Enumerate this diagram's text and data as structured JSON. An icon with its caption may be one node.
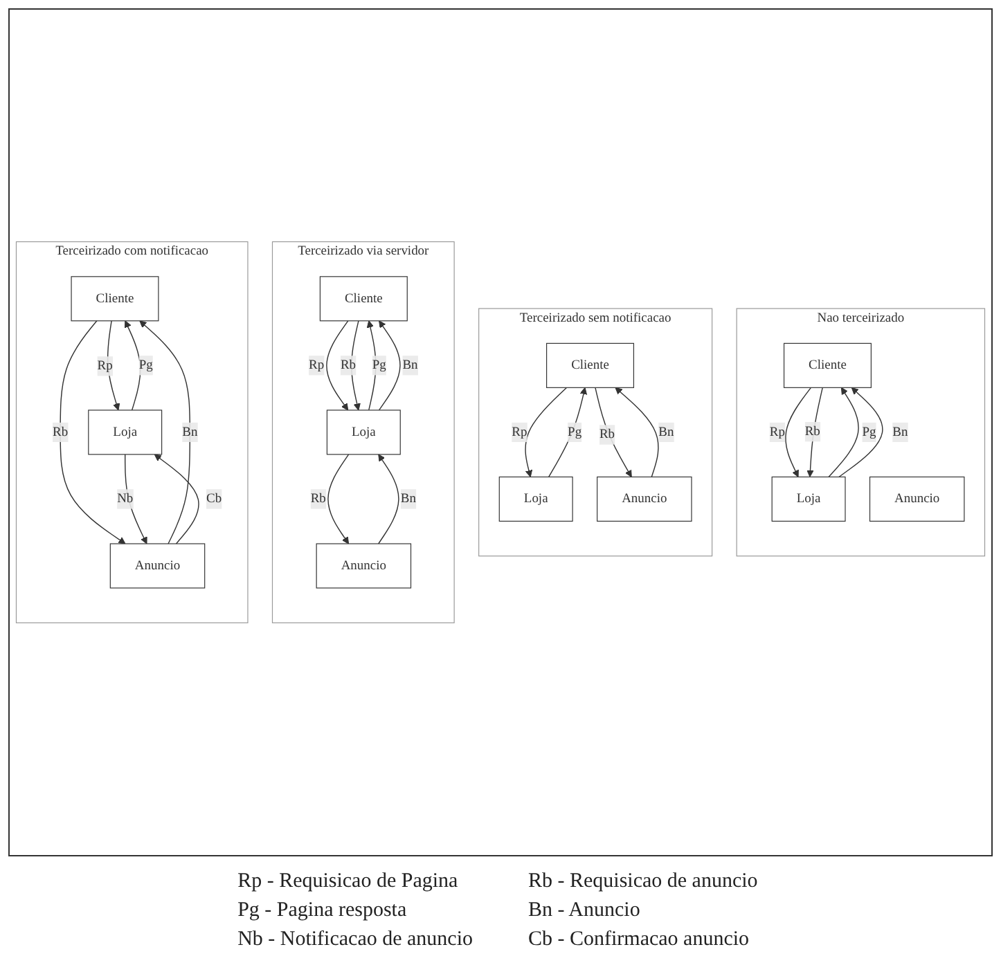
{
  "diagram": {
    "nodes": [
      {
        "text": [
          "Nao terceirizado"
        ]
      },
      {
        "text": [
          "Cliente"
        ],
        "in": 0
      },
      {
        "text": [
          "Loja"
        ],
        "in": 0
      },
      {
        "text": [
          "Anuncio"
        ],
        "in": 0
      },
      {
        "text": [
          "Terceirizado sem notificacao"
        ]
      },
      {
        "text": [
          "Cliente"
        ],
        "in": 4
      },
      {
        "text": [
          "Loja"
        ],
        "in": 4
      },
      {
        "text": [
          "Anuncio"
        ],
        "in": 4
      },
      {
        "text": [
          "Terceirizado via servidor"
        ]
      },
      {
        "text": [
          "Cliente"
        ],
        "in": 8
      },
      {
        "text": [
          "Loja"
        ],
        "in": 8
      },
      {
        "text": [
          "Anuncio"
        ],
        "in": 8
      },
      {
        "text": [
          "Terceirizado com notificacao"
        ]
      },
      {
        "text": [
          "Cliente"
        ],
        "in": 12
      },
      {
        "text": [
          "Loja"
        ],
        "in": 12
      },
      {
        "text": [
          "Anuncio"
        ],
        "in": 12
      }
    ],
    "edges": [
      {
        "from": 1,
        "to": 2,
        "arrow": "to",
        "label": "Rp"
      },
      {
        "from": 2,
        "to": 1,
        "arrow": "to",
        "label": "Pg"
      },
      {
        "from": 1,
        "to": 2,
        "arrow": "to",
        "label": "Rb"
      },
      {
        "from": 2,
        "to": 1,
        "arrow": "to",
        "label": "Bn"
      },
      {
        "from": 5,
        "to": 6,
        "arrow": "to",
        "label": "Rp"
      },
      {
        "from": 6,
        "to": 5,
        "arrow": "to",
        "label": "Pg"
      },
      {
        "from": 5,
        "to": 7,
        "arrow": "to",
        "label": "Rb"
      },
      {
        "from": 7,
        "to": 5,
        "arrow": "to",
        "label": "Bn"
      },
      {
        "from": 9,
        "to": 10,
        "arrow": "to",
        "label": "Rp"
      },
      {
        "from": 10,
        "to": 9,
        "arrow": "to",
        "label": "Pg"
      },
      {
        "from": 9,
        "to": 10,
        "arrow": "to",
        "label": "Rb"
      },
      {
        "from": 10,
        "to": 9,
        "arrow": "to",
        "label": "Bn"
      },
      {
        "from": 10,
        "to": 11,
        "arrow": "to",
        "label": "Rb"
      },
      {
        "from": 11,
        "to": 10,
        "arrow": "to",
        "label": "Bn"
      },
      {
        "from": 13,
        "to": 14,
        "arrow": "to",
        "label": "Rp"
      },
      {
        "from": 14,
        "to": 13,
        "arrow": "to",
        "label": "Pg"
      },
      {
        "from": 13,
        "to": 15,
        "arrow": "to",
        "label": "Rb"
      },
      {
        "from": 15,
        "to": 13,
        "arrow": "to",
        "label": "Bn"
      },
      {
        "from": 14,
        "to": 15,
        "arrow": "to",
        "label": "Nb"
      },
      {
        "from": 15,
        "to": 14,
        "arrow": "to",
        "label": "Cb"
      }
    ],
    "labels": [
      "Rp - Requisicao de Pagina",
      "Rb - Requisicao de anuncio",
      "Pg - Pagina resposta",
      "Bn - Anuncio",
      "Nb - Notificacao de anuncio",
      "Cb - Confirmacao anuncio"
    ]
  }
}
